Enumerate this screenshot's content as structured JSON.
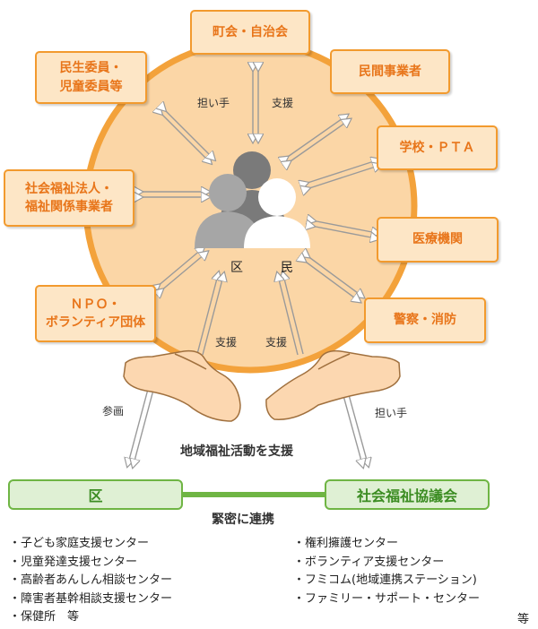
{
  "center": {
    "label": "区　民"
  },
  "groups": {
    "chokai": "町会・自治会",
    "minsei": "民生委員・\n児童委員等",
    "minkan": "民間事業者",
    "gakko": "学校・ＰＴＡ",
    "shakai": "社会福祉法人・\n福祉関係事業者",
    "iryo": "医療機関",
    "npo": "ＮＰＯ・\nボランティア団体",
    "keisatsu": "警察・消防"
  },
  "arrow_labels": {
    "ninaite_top": "担い手",
    "shien_top": "支援",
    "shien_left": "支援",
    "shien_right": "支援",
    "sankaku": "参画",
    "ninaite_bottom": "担い手"
  },
  "support_caption": "地域福祉活動を支援",
  "ward": {
    "label": "区"
  },
  "council": {
    "label": "社会福祉協議会"
  },
  "link_label": "緊密に連携",
  "ward_services": [
    "・子ども家庭支援センター",
    "・児童発達支援センター",
    "・高齢者あんしん相談センター",
    "・障害者基幹相談支援センター",
    "・保健所　等"
  ],
  "council_services": [
    "・権利擁護センター",
    "・ボランティア支援センター",
    "・フミコム(地域連携ステーション)",
    "・ファミリー・サポート・センター"
  ],
  "council_etc": "等",
  "colors": {
    "circle_fill": "#fbd6a6",
    "circle_border": "#f3a23b",
    "box_text": "#e8751a",
    "green": "#6fb544",
    "person_dark": "#7a7a7a",
    "person_mid": "#a6a6a6"
  }
}
